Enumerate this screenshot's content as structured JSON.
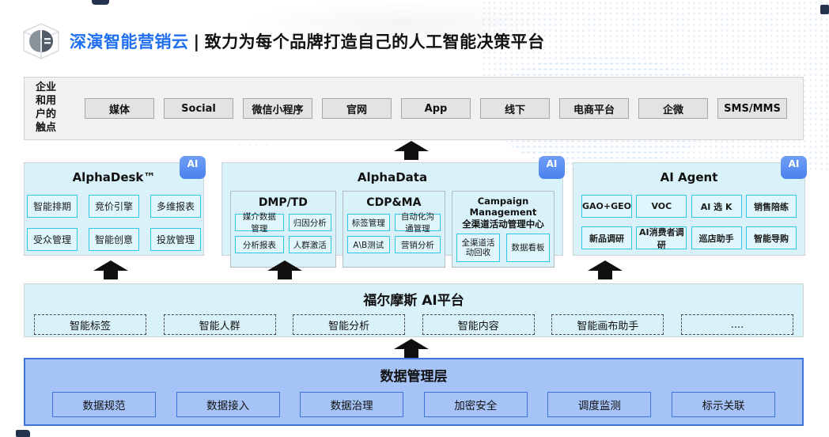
{
  "header": {
    "brand": "深演智能营销云",
    "separator": "|",
    "tagline": "致力为每个品牌打造自己的人工智能决策平台"
  },
  "touchpoints": {
    "label": "企业\n和用\n户的\n触点",
    "items": [
      "媒体",
      "Social",
      "微信小程序",
      "官网",
      "App",
      "线下",
      "电商平台",
      "企微",
      "SMS/MMS"
    ]
  },
  "panels": {
    "alphadesk": {
      "title": "AlphaDesk™",
      "badge": "AI",
      "items": [
        "智能排期",
        "竞价引擎",
        "多维报表",
        "受众管理",
        "智能创意",
        "投放管理"
      ]
    },
    "alphadata": {
      "title": "AlphaData",
      "badge": "AI",
      "dmp": {
        "title": "DMP/TD",
        "items": [
          "媒介数据管理",
          "归因分析",
          "分析报表",
          "人群激活"
        ]
      },
      "cdp": {
        "title": "CDP&MA",
        "items": [
          "标签管理",
          "自动化沟通管理",
          "A\\B测试",
          "营销分析"
        ]
      },
      "campaign": {
        "title_en": "Campaign Management",
        "title_cn": "全渠道活动管理中心",
        "items": [
          "全渠道活动回收",
          "数据看板"
        ]
      }
    },
    "aiagent": {
      "title": "AI Agent",
      "badge": "AI",
      "items": [
        "GAO+GEO",
        "VOC",
        "AI 选 K",
        "销售陪练",
        "新品调研",
        "AI消费者调研",
        "巡店助手",
        "智能导购"
      ]
    }
  },
  "holmes": {
    "title": "福尔摩斯 AI平台",
    "items": [
      "智能标签",
      "智能人群",
      "智能分析",
      "智能内容",
      "智能画布助手",
      "...."
    ]
  },
  "datalayer": {
    "title": "数据管理层",
    "items": [
      "数据规范",
      "数据接入",
      "数据治理",
      "加密安全",
      "调度监测",
      "标示关联"
    ]
  },
  "colors": {
    "brand_blue": "#1f6ff0",
    "ai_badge_blue": "#4a82ee",
    "panel_cyan": "#d9f2fa",
    "item_cyan_border": "#2fc7ec",
    "data_layer_fill": "#a5c3f6",
    "data_layer_border": "#3f74da",
    "arrow_black": "#101010"
  }
}
